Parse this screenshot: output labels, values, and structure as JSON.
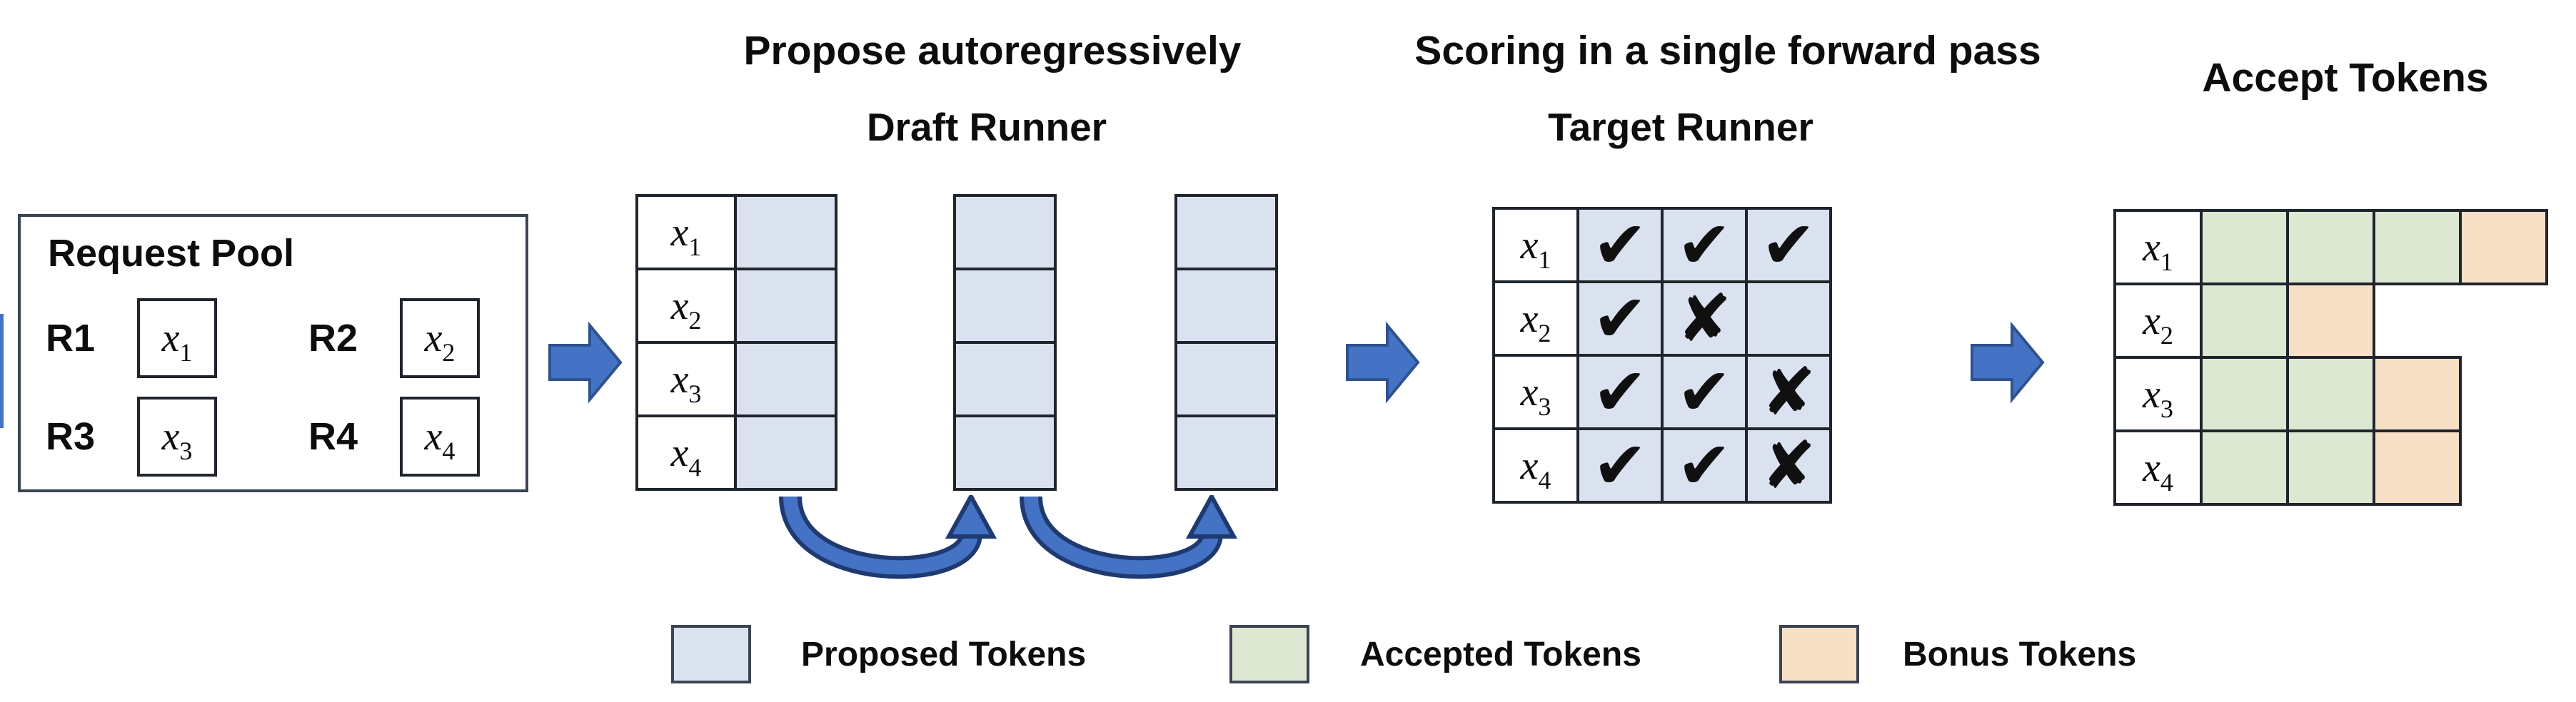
{
  "titles": {
    "propose": "Propose autoregressively",
    "draft_runner": "Draft Runner",
    "scoring": "Scoring in a single forward pass",
    "target_runner": "Target Runner",
    "accept": "Accept Tokens"
  },
  "request_pool": {
    "title": "Request Pool",
    "requests": [
      {
        "id": "R1",
        "base": "x",
        "sub": "1"
      },
      {
        "id": "R2",
        "base": "x",
        "sub": "2"
      },
      {
        "id": "R3",
        "base": "x",
        "sub": "3"
      },
      {
        "id": "R4",
        "base": "x",
        "sub": "4"
      }
    ]
  },
  "draft_table": {
    "rows": [
      {
        "base": "x",
        "sub": "1"
      },
      {
        "base": "x",
        "sub": "2"
      },
      {
        "base": "x",
        "sub": "3"
      },
      {
        "base": "x",
        "sub": "4"
      }
    ]
  },
  "target_table": {
    "rows": [
      {
        "base": "x",
        "sub": "1",
        "marks": [
          "✔",
          "✔",
          "✔"
        ]
      },
      {
        "base": "x",
        "sub": "2",
        "marks": [
          "✔",
          "✘",
          ""
        ]
      },
      {
        "base": "x",
        "sub": "3",
        "marks": [
          "✔",
          "✔",
          "✘"
        ]
      },
      {
        "base": "x",
        "sub": "4",
        "marks": [
          "✔",
          "✔",
          "✘"
        ]
      }
    ]
  },
  "accept_table": {
    "rows": [
      {
        "base": "x",
        "sub": "1",
        "cells": [
          "accepted",
          "accepted",
          "accepted",
          "bonus"
        ]
      },
      {
        "base": "x",
        "sub": "2",
        "cells": [
          "accepted",
          "bonus"
        ]
      },
      {
        "base": "x",
        "sub": "3",
        "cells": [
          "accepted",
          "accepted",
          "bonus"
        ]
      },
      {
        "base": "x",
        "sub": "4",
        "cells": [
          "accepted",
          "accepted",
          "bonus"
        ]
      }
    ]
  },
  "legend": [
    {
      "kind": "proposed",
      "label": "Proposed Tokens"
    },
    {
      "kind": "accepted",
      "label": "Accepted Tokens"
    },
    {
      "kind": "bonus",
      "label": "Bonus Tokens"
    }
  ],
  "colors": {
    "proposed": "#dae2f0",
    "accepted": "#dde8d2",
    "bonus": "#f7e0c6",
    "arrow_fill": "#4472c4",
    "arrow_border": "#2f528f",
    "loop_arrow_fill": "#4472c4",
    "loop_arrow_border": "#1f3a70",
    "grid_border": "#20242c",
    "box_border": "#3c4454"
  }
}
